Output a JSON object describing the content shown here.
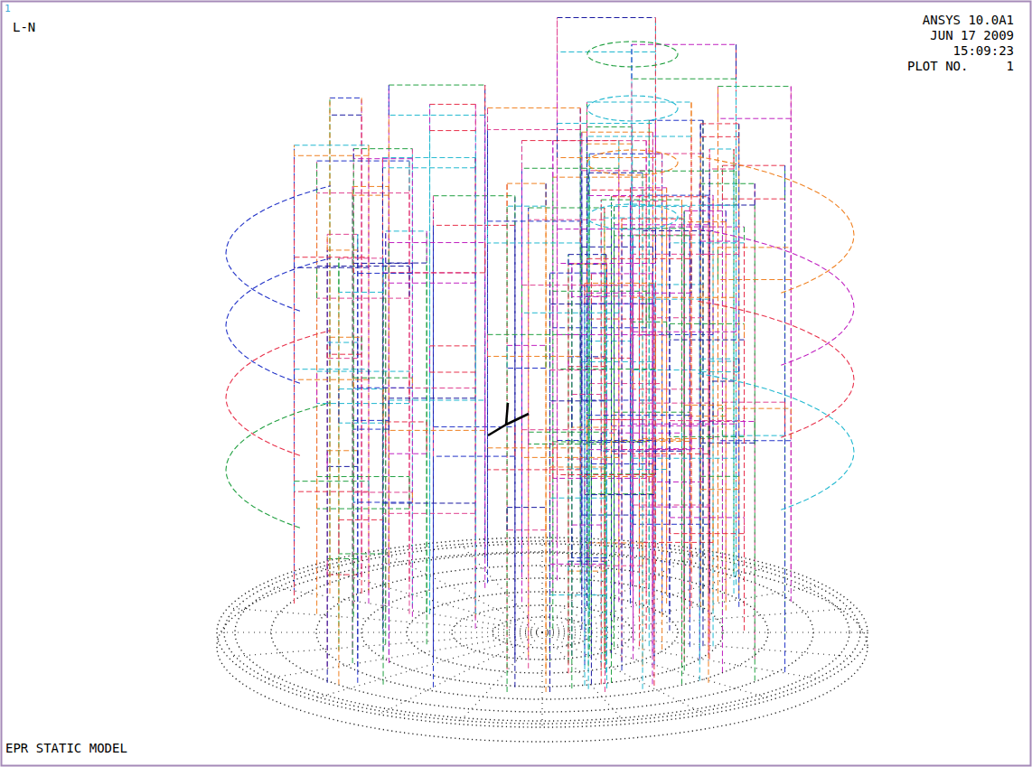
{
  "diagram": {
    "labels": [
      "1",
      "L-N",
      "ANSYS 10.0A1",
      "JUN 17 2009",
      "15:09:23",
      "PLOT NO.     1",
      "EPR STATIC MODEL"
    ]
  }
}
